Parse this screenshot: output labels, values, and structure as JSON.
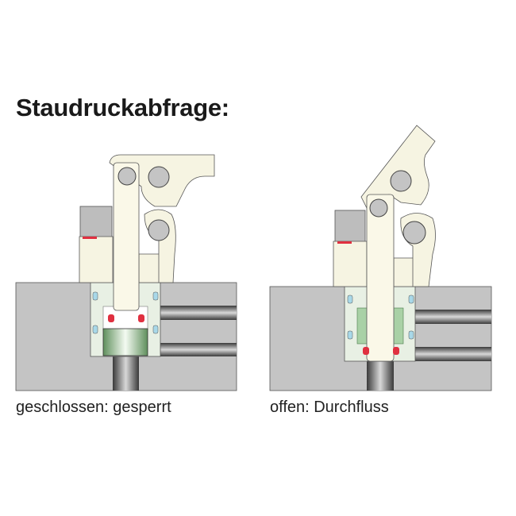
{
  "title": "Staudruckabfrage:",
  "captions": {
    "closed": "geschlossen: gesperrt",
    "open": "offen: Durchfluss"
  },
  "colors": {
    "block": "#c4c4c4",
    "housing": "#f6f4e2",
    "cartridge": "#e8f0e4",
    "plunger": "#a9d1a6",
    "seal_red": "#e03040",
    "seal_blue": "#a8d8e8",
    "pin": "#c4c4c4"
  }
}
